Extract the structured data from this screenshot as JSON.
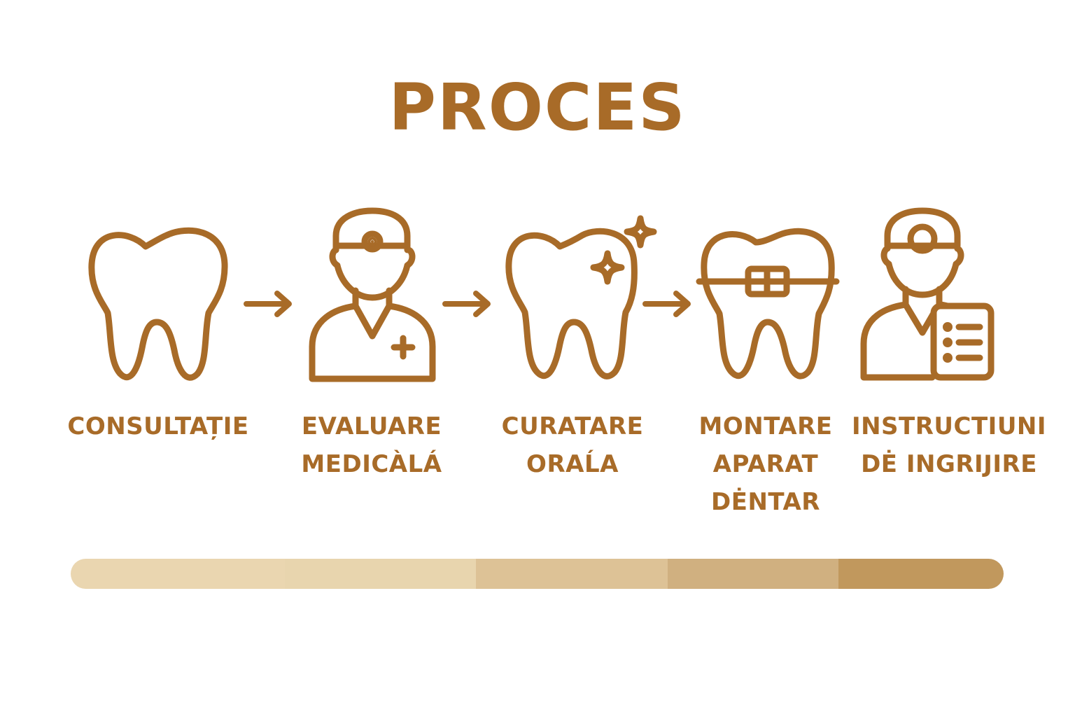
{
  "title": "PROCES",
  "colors": {
    "accent": "#a86b28",
    "progress_segments": [
      "#ead6b0",
      "#e8d5ae",
      "#ddc296",
      "#d0b080",
      "#c1985d"
    ]
  },
  "steps": [
    {
      "icon": "tooth-icon",
      "label": "CONSULTAȚIE"
    },
    {
      "icon": "dentist-icon",
      "label": "EVALUARE\nMEDICÀLÁ"
    },
    {
      "icon": "sparkling-tooth-icon",
      "label": "CURATARE\nORAĹA"
    },
    {
      "icon": "tooth-braces-icon",
      "label": "MONTARE\nAPARAT\nDĖNTAR"
    },
    {
      "icon": "dentist-checklist-icon",
      "label": "INSTRUCTIUNI\nDĖ INGRIJIRE"
    }
  ]
}
